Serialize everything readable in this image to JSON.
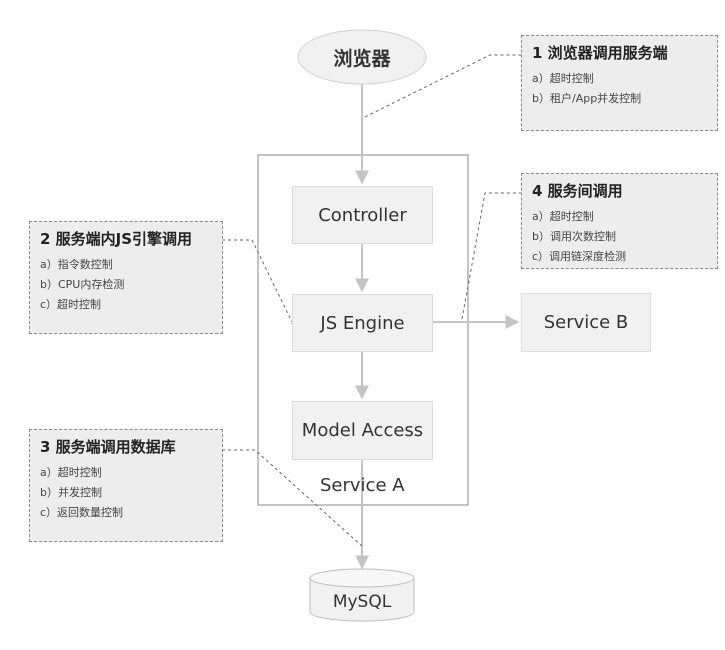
{
  "nodes": {
    "browser": "浏览器",
    "controller": "Controller",
    "js_engine": "JS Engine",
    "model_access": "Model Access",
    "service_a": "Service A",
    "service_b": "Service B",
    "mysql": "MySQL"
  },
  "notes": [
    {
      "title": "1  浏览器调用服务端",
      "items": [
        "a）超时控制",
        "b）租户/App并发控制"
      ]
    },
    {
      "title": "2  服务端内JS引擎调用",
      "items": [
        "a）指令数控制",
        "b）CPU内存检测",
        "c）超时控制"
      ]
    },
    {
      "title": "3  服务端调用数据库",
      "items": [
        "a）超时控制",
        "b）并发控制",
        "c）返回数量控制"
      ]
    },
    {
      "title": "4  服务间调用",
      "items": [
        "a）超时控制",
        "b）调用次数控制",
        "c）调用链深度检测"
      ]
    }
  ],
  "colors": {
    "arrow": "#c4c4c4",
    "box_fill": "#f1f1f1",
    "note_fill": "#ededed",
    "dashed_line": "#666666"
  }
}
